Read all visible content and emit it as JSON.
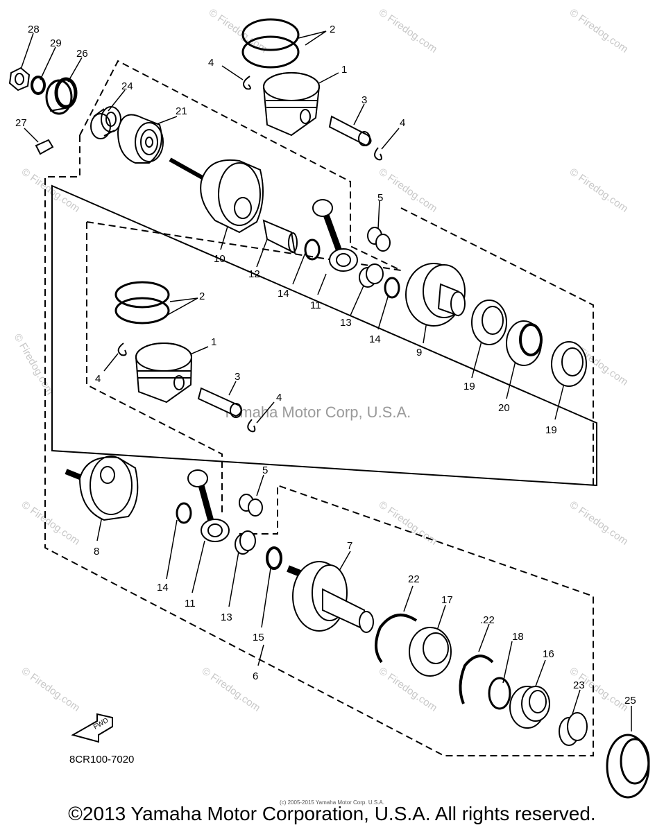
{
  "watermark": {
    "site": "© Firedog.com",
    "center": "Yamaha Motor Corp, U.S.A."
  },
  "parts": {
    "p1a": "1",
    "p1b": "1",
    "p2a": "2",
    "p2b": "2",
    "p3a": "3",
    "p3b": "3",
    "p4a": "4",
    "p4b": "4",
    "p4c": "4",
    "p4d": "4",
    "p5a": "5",
    "p5b": "5",
    "p6": "6",
    "p7": "7",
    "p8": "8",
    "p9": "9",
    "p10": "10",
    "p11a": "11",
    "p11b": "11",
    "p12": "12",
    "p13a": "13",
    "p13b": "13",
    "p14a": "14",
    "p14b": "14",
    "p14c": "14",
    "p15": "15",
    "p16": "16",
    "p17": "17",
    "p18": "18",
    "p19a": "19",
    "p19b": "19",
    "p20": "20",
    "p21": "21",
    "p22a": "22",
    "p22b": ".22",
    "p23": "23",
    "p24": "24",
    "p25": "25",
    "p26": "26",
    "p27": "27",
    "p28": "28",
    "p29": "29"
  },
  "fwd_label": "FWD",
  "diagram_code": "8CR100-7020",
  "tiny_copyright": "(c) 2005-2015 Yamaha Motor Corp. U.S.A.",
  "footer": "©2013 Yamaha Motor Corporation, U.S.A. All rights reserved."
}
